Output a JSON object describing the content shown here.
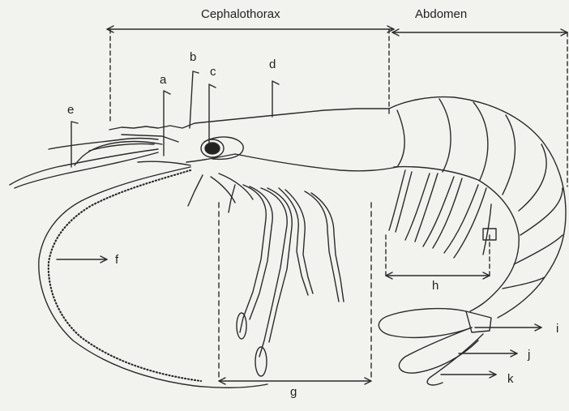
{
  "sections": {
    "cephalothorax": "Cephalothorax",
    "abdomen": "Abdomen"
  },
  "labels": {
    "a": "a",
    "b": "b",
    "c": "c",
    "d": "d",
    "e": "e",
    "f": "f",
    "g": "g",
    "h": "h",
    "i": "i",
    "j": "j",
    "k": "k"
  },
  "colors": {
    "ink": "#2a2a2a",
    "paper": "#f2f2ef"
  }
}
